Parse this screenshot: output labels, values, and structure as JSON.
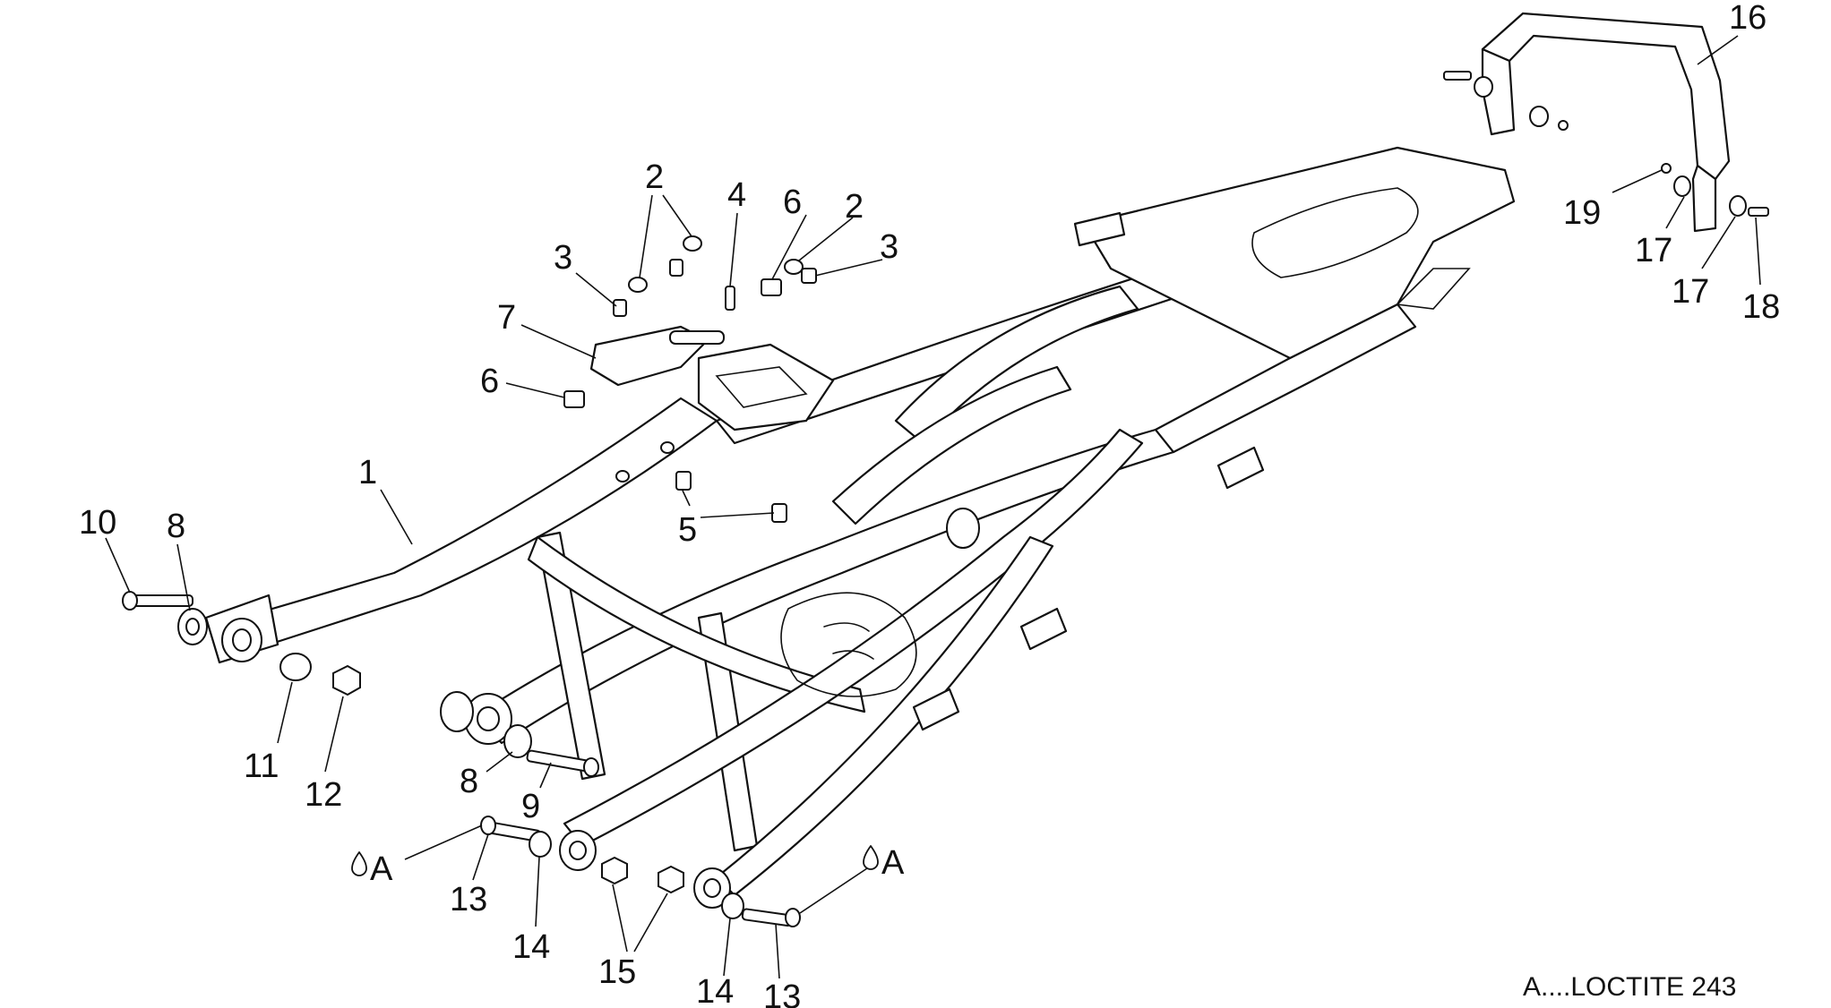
{
  "callouts": {
    "c1": "1",
    "c2a": "2",
    "c2b": "2",
    "c3a": "3",
    "c3b": "3",
    "c4": "4",
    "c5": "5",
    "c6a": "6",
    "c6b": "6",
    "c7": "7",
    "c8a": "8",
    "c8b": "8",
    "c9": "9",
    "c10": "10",
    "c11": "11",
    "c12": "12",
    "c13a": "13",
    "c13b": "13",
    "c14a": "14",
    "c14b": "14",
    "c15": "15",
    "c16": "16",
    "c17a": "17",
    "c17b": "17",
    "c18": "18",
    "c19": "19"
  },
  "adhesive_marks": {
    "left": "A",
    "right": "A"
  },
  "legend": {
    "note": "A....LOCTITE 243"
  },
  "icons": {
    "adhesive_drop": "drop-icon"
  }
}
